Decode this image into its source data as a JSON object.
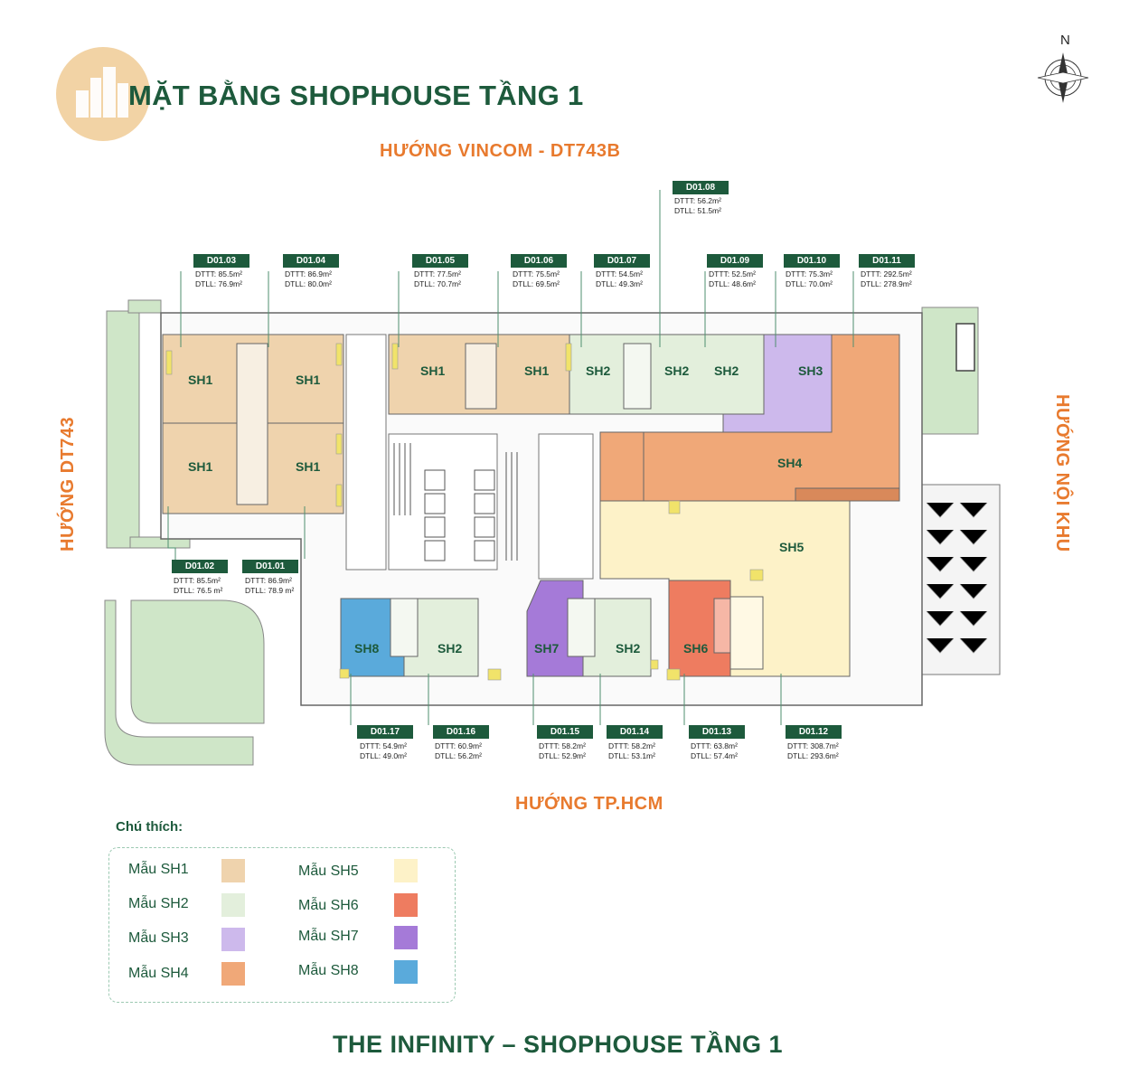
{
  "header": {
    "title": "MẶT BẰNG SHOPHOUSE TẦNG 1",
    "compass": "N"
  },
  "directions": {
    "top": "HƯỚNG VINCOM - DT743B",
    "bottom": "HƯỚNG TP.HCM",
    "left": "HƯỚNG DT743",
    "right": "HƯỚNG NỘI KHU"
  },
  "units": [
    {
      "code": "D01.01",
      "dttt": "DTTT: 86.9m²",
      "dtll": "DTLL: 78.9 m²"
    },
    {
      "code": "D01.02",
      "dttt": "DTTT: 85.5m²",
      "dtll": "DTLL: 76.5 m²"
    },
    {
      "code": "D01.03",
      "dttt": "DTTT: 85.5m²",
      "dtll": "DTLL: 76.9m²"
    },
    {
      "code": "D01.04",
      "dttt": "DTTT: 86.9m²",
      "dtll": "DTLL: 80.0m²"
    },
    {
      "code": "D01.05",
      "dttt": "DTTT: 77.5m²",
      "dtll": "DTLL: 70.7m²"
    },
    {
      "code": "D01.06",
      "dttt": "DTTT: 75.5m²",
      "dtll": "DTLL: 69.5m²"
    },
    {
      "code": "D01.07",
      "dttt": "DTTT: 54.5m²",
      "dtll": "DTLL: 49.3m²"
    },
    {
      "code": "D01.08",
      "dttt": "DTTT: 56.2m²",
      "dtll": "DTLL: 51.5m²"
    },
    {
      "code": "D01.09",
      "dttt": "DTTT: 52.5m²",
      "dtll": "DTLL: 48.6m²"
    },
    {
      "code": "D01.10",
      "dttt": "DTTT: 75.3m²",
      "dtll": "DTLL: 70.0m²"
    },
    {
      "code": "D01.11",
      "dttt": "DTTT: 292.5m²",
      "dtll": "DTLL: 278.9m²"
    },
    {
      "code": "D01.12",
      "dttt": "DTTT: 308.7m²",
      "dtll": "DTLL: 293.6m²"
    },
    {
      "code": "D01.13",
      "dttt": "DTTT: 63.8m²",
      "dtll": "DTLL: 57.4m²"
    },
    {
      "code": "D01.14",
      "dttt": "DTTT: 58.2m²",
      "dtll": "DTLL: 53.1m²"
    },
    {
      "code": "D01.15",
      "dttt": "DTTT: 58.2m²",
      "dtll": "DTLL: 52.9m²"
    },
    {
      "code": "D01.16",
      "dttt": "DTTT: 60.9m²",
      "dtll": "DTLL: 56.2m²"
    },
    {
      "code": "D01.17",
      "dttt": "DTTT: 54.9m²",
      "dtll": "DTLL: 49.0m²"
    }
  ],
  "plan_labels": [
    "SH1",
    "SH2",
    "SH3",
    "SH4",
    "SH5",
    "SH6",
    "SH7",
    "SH8"
  ],
  "legend": {
    "title": "Chú thích:",
    "items": [
      {
        "label": "Mẫu SH1",
        "color": "#efd3ad"
      },
      {
        "label": "Mẫu SH2",
        "color": "#e3efdc"
      },
      {
        "label": "Mẫu SH3",
        "color": "#cdb9ec"
      },
      {
        "label": "Mẫu SH4",
        "color": "#f0a878"
      },
      {
        "label": "Mẫu SH5",
        "color": "#fdf2c8"
      },
      {
        "label": "Mẫu SH6",
        "color": "#ee7c60"
      },
      {
        "label": "Mẫu SH7",
        "color": "#a57ad8"
      },
      {
        "label": "Mẫu SH8",
        "color": "#5aaadb"
      }
    ]
  },
  "footer": {
    "title": "THE INFINITY – SHOPHOUSE TẦNG 1"
  },
  "colors": {
    "brand_green": "#1d5a3c",
    "direction_orange": "#e87a2e"
  }
}
